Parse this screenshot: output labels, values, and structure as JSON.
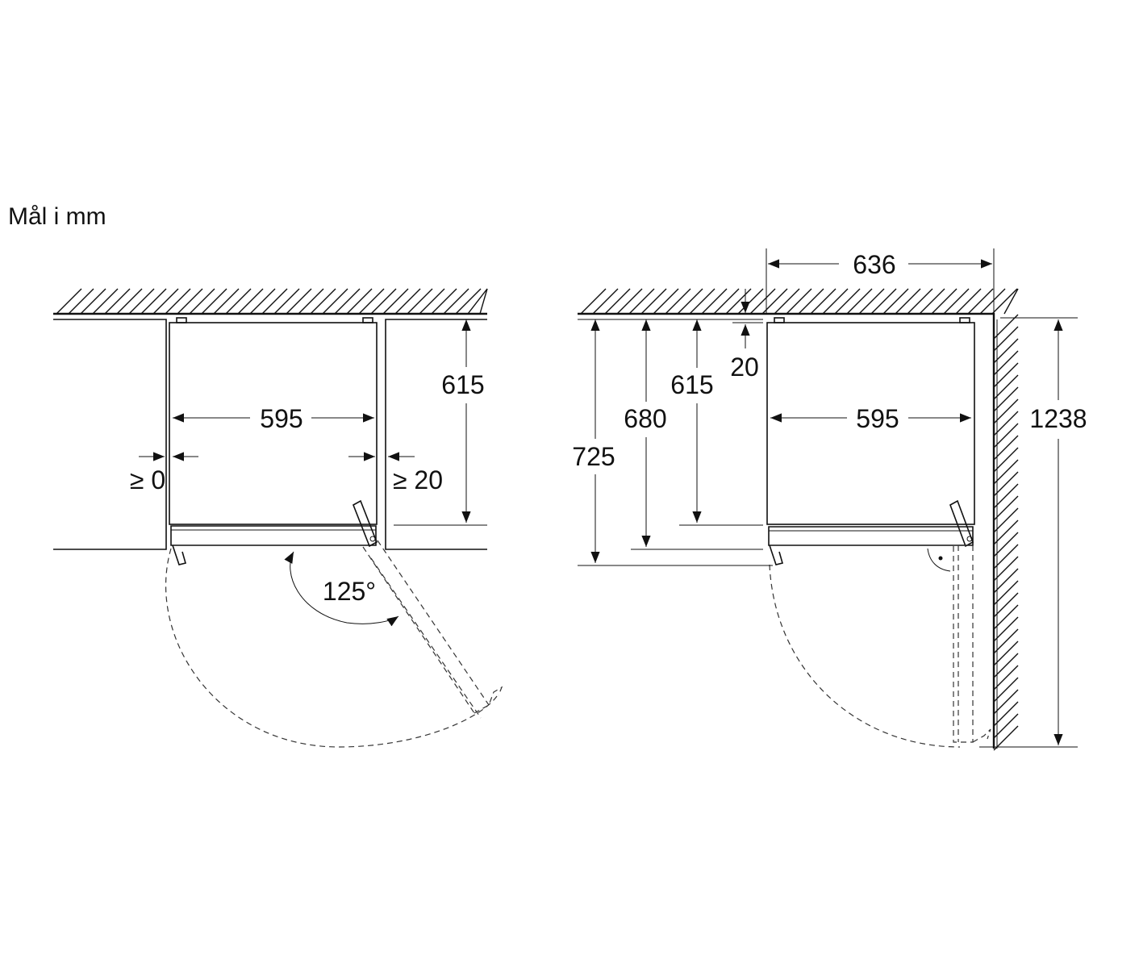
{
  "units_label": "Mål i mm",
  "colors": {
    "line": "#111111",
    "background": "#ffffff"
  },
  "left_view": {
    "width_label": "595",
    "depth_label": "615",
    "left_gap_label": "≥ 0",
    "right_gap_label": "≥ 20",
    "door_angle_label": "125°"
  },
  "right_view": {
    "overall_width_label": "636",
    "wall_gap_label": "20",
    "depth_label": "615",
    "depth_with_door_label": "680",
    "depth_with_handle_label": "725",
    "width_label": "595",
    "door_open_depth_label": "1238"
  }
}
